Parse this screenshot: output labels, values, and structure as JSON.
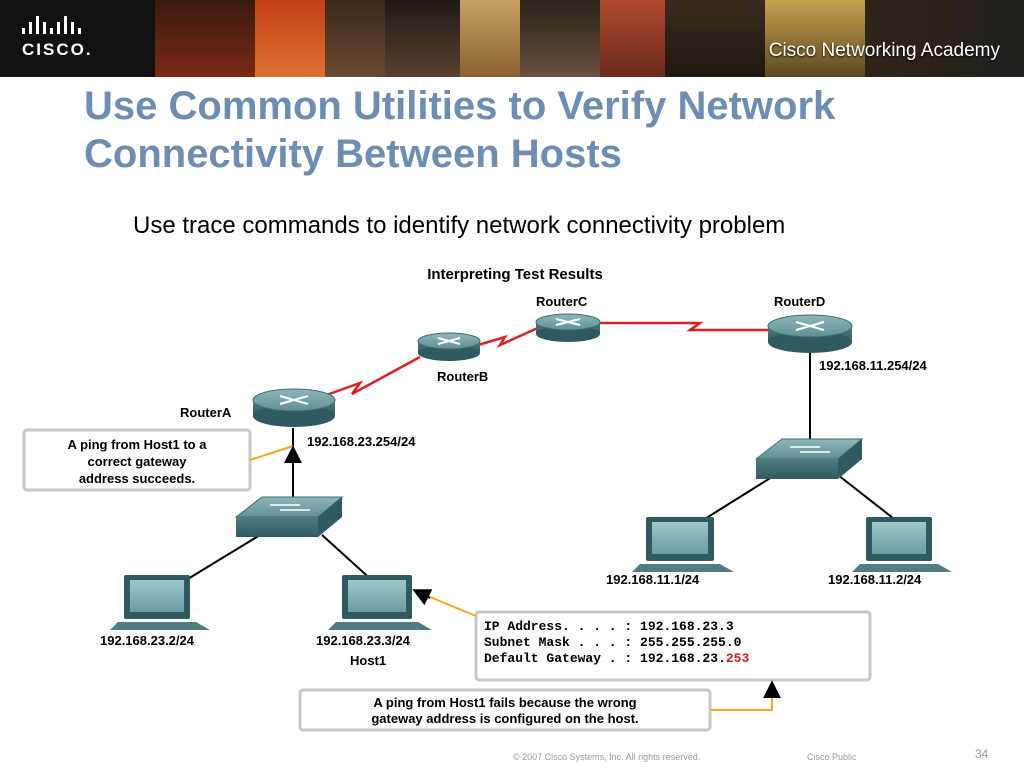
{
  "header": {
    "logo_text": "CISCO.",
    "academy_text": "Cisco Networking Academy"
  },
  "slide": {
    "title": "Use Common Utilities to Verify Network Connectivity Between Hosts",
    "subtitle": "Use trace commands to identify network connectivity problem"
  },
  "diagram": {
    "heading": "Interpreting Test Results",
    "routers": {
      "a": "RouterA",
      "b": "RouterB",
      "c": "RouterC",
      "d": "RouterD"
    },
    "addresses": {
      "routerA_lan": "192.168.23.254/24",
      "routerD_lan": "192.168.11.254/24",
      "pc1": "192.168.23.2/24",
      "host1": "192.168.23.3/24",
      "pc3": "192.168.11.1/24",
      "pc4": "192.168.11.2/24"
    },
    "host1_label": "Host1",
    "callout_success": {
      "line1": "A ping from Host1 to a",
      "line2": "correct gateway",
      "line3": "address succeeds."
    },
    "callout_fail": {
      "line1": "A ping from Host1 fails because the wrong",
      "line2": "gateway address is configured on the host."
    },
    "ipconfig": {
      "line1": "IP Address. . . . : 192.168.23.3",
      "line2": "Subnet Mask . . . : 255.255.255.0",
      "line3_prefix": "Default Gateway . : 192.168.23.",
      "line3_wrong": "253"
    },
    "colors": {
      "wan_link": "#e02020",
      "device": "#5f8f95",
      "arrow_orange": "#f5a623",
      "wrong_value": "#cc2020"
    }
  },
  "footer": {
    "copyright": "© 2007 Cisco Systems, Inc. All rights reserved.",
    "classification": "Cisco Public",
    "page": "34"
  }
}
